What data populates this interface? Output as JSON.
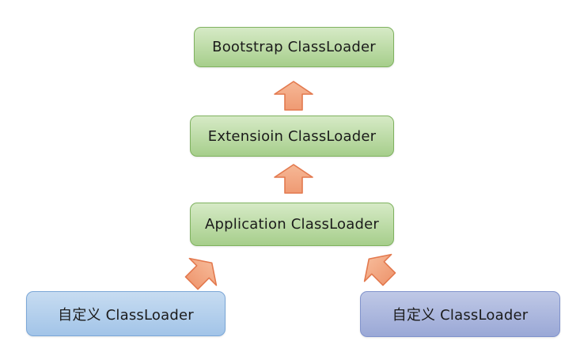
{
  "diagram": {
    "type": "flow-hierarchy",
    "nodes": {
      "bootstrap": {
        "label": "Bootstrap ClassLoader"
      },
      "extension": {
        "label": "Extensioin ClassLoader"
      },
      "application": {
        "label": "Application ClassLoader"
      },
      "custom_left": {
        "label": "自定义 ClassLoader"
      },
      "custom_right": {
        "label": "自定义 ClassLoader"
      }
    },
    "arrows": [
      {
        "name": "extension-to-bootstrap",
        "direction": "up"
      },
      {
        "name": "application-to-extension",
        "direction": "up"
      },
      {
        "name": "custom-left-to-application",
        "direction": "up-right"
      },
      {
        "name": "custom-right-to-application",
        "direction": "up-left"
      }
    ],
    "colors": {
      "background": "#ffffff",
      "text": "#1b1b1b",
      "green_top": "#d6eac6",
      "green_bottom": "#a6ce8b",
      "green_border": "#7fb25f",
      "blue_top": "#c7dcf1",
      "blue_bottom": "#a2c4e8",
      "blue_border": "#7ba7d7",
      "periwinkle_top": "#bfc8e6",
      "periwinkle_bottom": "#9aa8d6",
      "periwinkle_border": "#8193cc",
      "arrow_top": "#f6b896",
      "arrow_bottom": "#ef9a73",
      "arrow_border": "#e3794e"
    }
  }
}
